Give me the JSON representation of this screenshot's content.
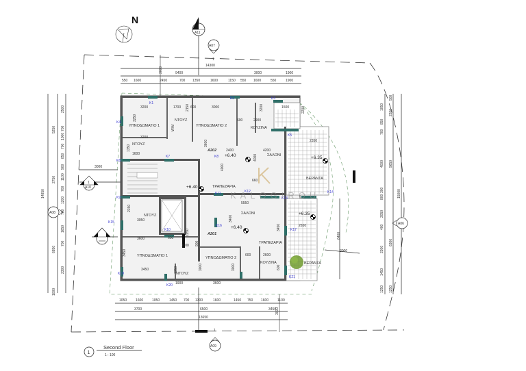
{
  "drawing": {
    "north_label": "N",
    "title_number": "1",
    "title": "Second Floor",
    "scale": "1 : 100",
    "watermark": "KALOGIROU",
    "watermark_color": "#c9a35a"
  },
  "section_markers": {
    "top": {
      "num": "1",
      "sheet": "A11"
    },
    "left": {
      "num": "1",
      "sheet": "A10"
    },
    "left_lower": {
      "num": "-",
      "sheet": "-"
    }
  },
  "elevation_markers": {
    "top": "A07",
    "bottom": "A09",
    "left": "A08",
    "right": "A06",
    "top_ref": "1",
    "bottom_ref": "1"
  },
  "top_dims": {
    "overall": "14300",
    "row2": [
      "9400",
      "3000",
      "1900"
    ],
    "row3": [
      "550",
      "1600",
      "2450",
      "700",
      "1350",
      "1600",
      "1150",
      "550",
      "1600",
      "550",
      "1900"
    ],
    "vertical": "3000"
  },
  "bottom_dims": {
    "row1": [
      "1050",
      "1600",
      "1050",
      "1450",
      "700",
      "1300",
      "1600",
      "1450",
      "750",
      "1600",
      "1100"
    ],
    "row2": [
      "3700",
      "6500",
      "3450"
    ],
    "overall": "13650",
    "vertical": "3000"
  },
  "left_dims": {
    "overall": "14850",
    "mid": [
      "5250",
      "2750",
      "6850",
      "1000"
    ],
    "inner": [
      "2500",
      "700",
      "1000",
      "700",
      "850",
      "900",
      "1100",
      "700",
      "1200",
      "700",
      "1650",
      "700",
      "2300"
    ],
    "setback": "3000"
  },
  "right_dims": {
    "overall": "15000",
    "mid": [
      "500",
      "2200",
      "9650",
      "6300",
      "1250"
    ],
    "inner": [
      "1050",
      "850",
      "700",
      "4000",
      "300",
      "800",
      "2050",
      "400",
      "2300",
      "1450",
      "1250"
    ]
  },
  "units": {
    "A202": {
      "label": "A202",
      "level": "+6.40",
      "rooms": {
        "bedroom1": "ΥΠΝΟΔΩΜΑΤΙΟ 1",
        "bath": "ΝΤΟΥΖ",
        "wc": "ΝΤΟΥΖ",
        "bedroom2": "ΥΠΝΟΔΩΜΑΤΙΟ 2",
        "kitchen": "ΚΟΥΖΙΝΑ",
        "living": "ΣΑΛΟΝΙ",
        "dining": "ΤΡΑΠΕΖΑΡΙΑ",
        "veranda": "ΒΕΡΑΝΤΑ"
      },
      "veranda_level": "+6.35",
      "room_dims": {
        "b1_w": "3200",
        "b1_w2": "3200",
        "b1_h": "3250",
        "bath_w": "1700",
        "bath_h": "2150",
        "b2_gap": "600",
        "b2_w": "3000",
        "b2_h": "3600",
        "kit_gap": "600",
        "kit_w": "2900",
        "kit_h": "3200",
        "wc_w": "1600",
        "wc_h": "1350",
        "hall_w": "2400",
        "liv_w": "4200",
        "liv_h": "4000",
        "dining_h": "4000",
        "dining_w": "660",
        "ver_w": "2350",
        "ver_h": "2200",
        "ver_top": "1500"
      },
      "wm": "W/M"
    },
    "A201": {
      "label": "A201",
      "level": "+6.40",
      "rooms": {
        "bath": "ΝΤΟΥΖ",
        "living": "ΣΑΛΟΝΙ",
        "dining": "ΤΡΑΠΕΖΑΡΙΑ",
        "bedroom1": "ΥΠΝΟΔΩΜΑΤΙΟ 1",
        "bedroom2": "ΥΠΝΟΔΩΜΑΤΙΟ 2",
        "wc": "ΝΤΟΥΖ",
        "kitchen": "ΚΟΥΖΙΝΑ",
        "veranda": "ΒΕΡΑΝΤΑ"
      },
      "veranda_level": "+6.35",
      "room_dims": {
        "bath_w": "3050",
        "bath_h": "2150",
        "liv_w": "5550",
        "liv_h": "3400",
        "b1_w": "3600",
        "b1_w2": "3450",
        "b1_h": "3450",
        "gap1": "600",
        "gap2": "1100",
        "gap3": "1150",
        "v1": "900",
        "b2_w": "3600",
        "b2_h": "3000",
        "b2_h2": "3000",
        "wc_w": "1900",
        "wc_h": "1350",
        "kit_w": "2600",
        "kit_gap": "600",
        "kit_h": "600",
        "din_h": "3450",
        "ver_w": "2650",
        "ver_h": "6400",
        "setback": "3000"
      }
    }
  },
  "stair_level": "+6.40",
  "window_tags": [
    "K1",
    "K2",
    "K3",
    "K4",
    "K5",
    "K6",
    "K7",
    "K8",
    "K9",
    "K10",
    "K11",
    "K12",
    "K13",
    "K14",
    "K15",
    "K16",
    "K17",
    "K19",
    "K20",
    "K21"
  ]
}
